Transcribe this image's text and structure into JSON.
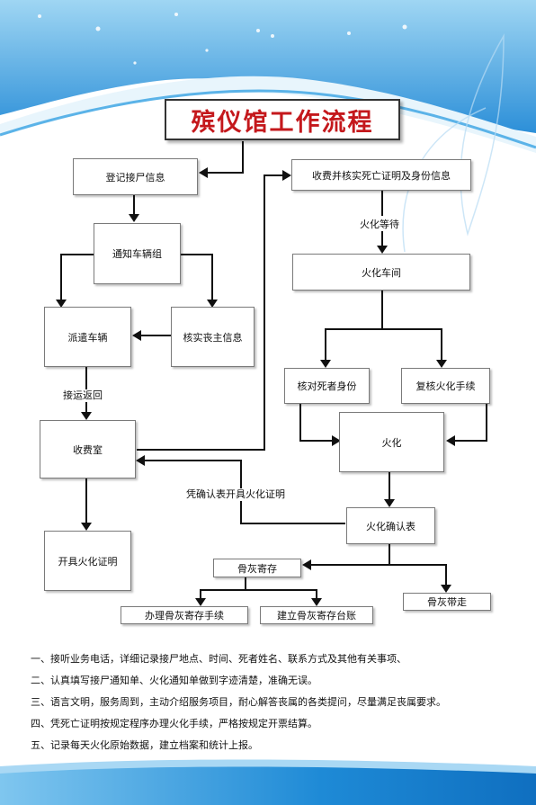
{
  "title": "殡仪馆工作流程",
  "nodes": {
    "register": "登记接尸信息",
    "notify": "通知车辆组",
    "dispatch": "派遣车辆",
    "verify_family": "核实丧主信息",
    "fee_room": "收费室",
    "issue_cert": "开具火化证明",
    "charge_verify": "收费并核实死亡证明及身份信息",
    "cremation_hall": "火化车间",
    "check_identity": "核对死者身份",
    "recheck": "复核火化手续",
    "cremate": "火化",
    "confirm_form": "火化确认表",
    "ash_storage": "骨灰寄存",
    "storage_proc": "办理骨灰寄存手续",
    "ledger": "建立骨灰寄存台账",
    "ash_takeaway": "骨灰带走"
  },
  "edge_labels": {
    "pickup_return": "接运返回",
    "wait": "火化等待",
    "by_form": "凭确认表开具火化证明"
  },
  "notes": [
    "一、接听业务电话，详细记录接尸地点、时间、死者姓名、联系方式及其他有关事项、",
    "二、认真填写接尸通知单、火化通知单做到字迹清楚，准确无误。",
    "三、语言文明，服务周到，主动介绍服务项目，耐心解答丧属的各类提问，尽量满足丧属要求。",
    "四、凭死亡证明按规定程序办理火化手续，严格按规定开票结算。",
    "五、记录每天火化原始数据，建立档案和统计上报。"
  ],
  "colors": {
    "title": "#c4181c",
    "banner": "#1e8ad6",
    "line": "#111111"
  }
}
